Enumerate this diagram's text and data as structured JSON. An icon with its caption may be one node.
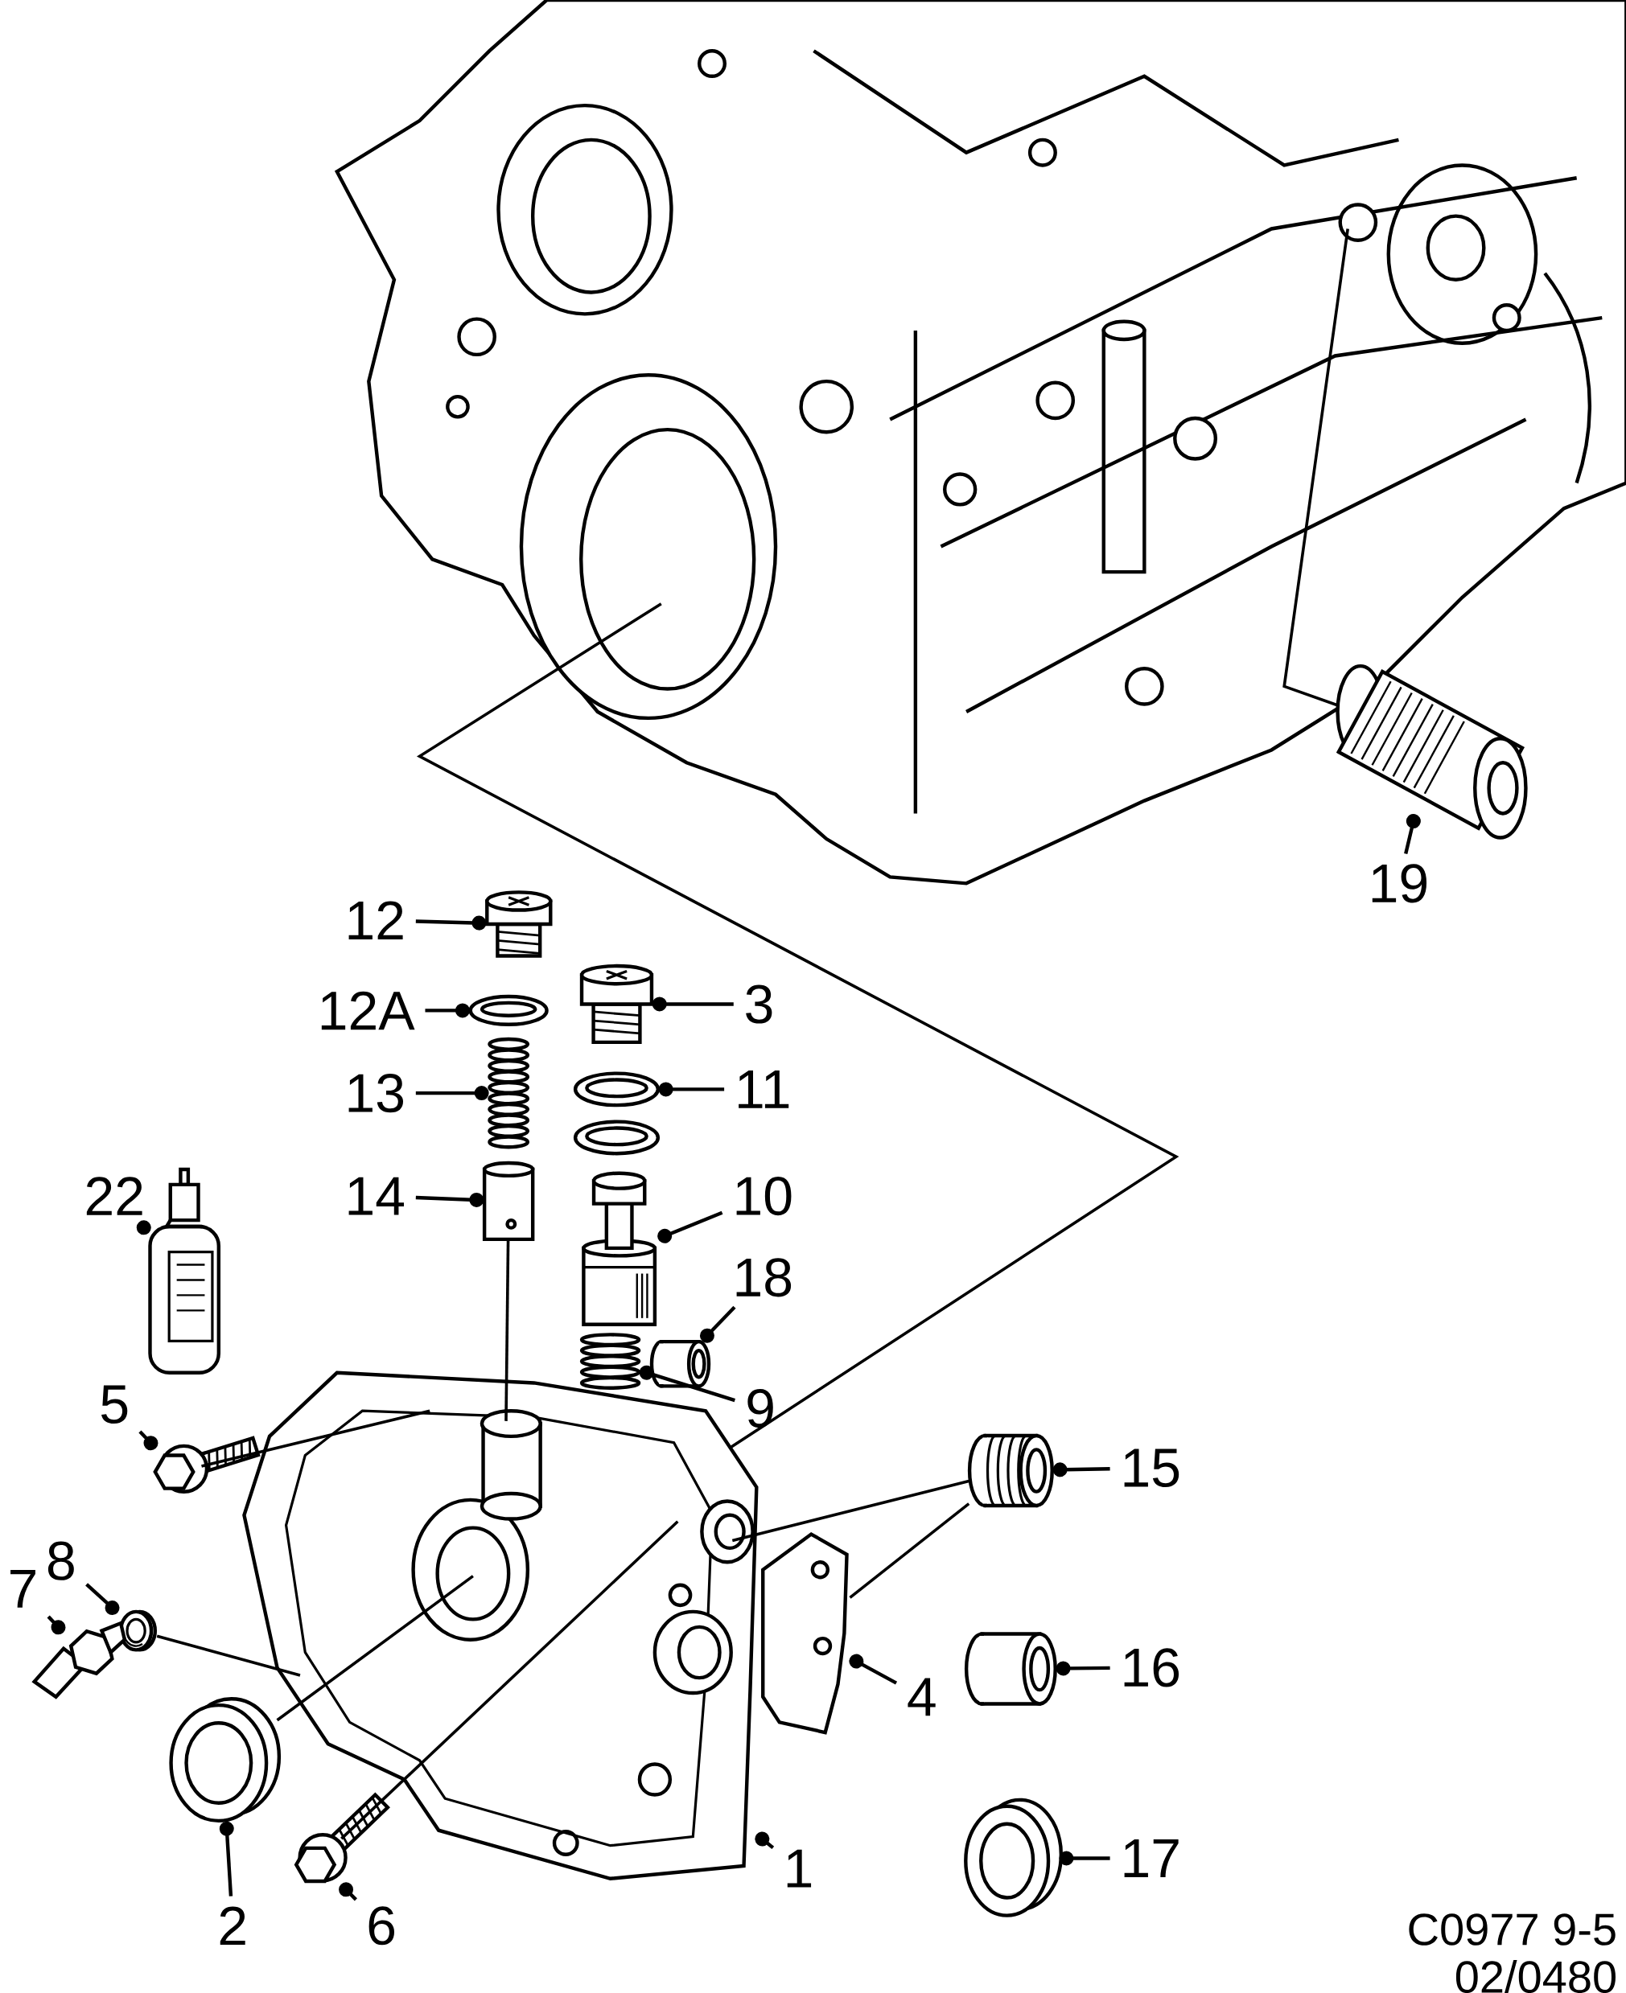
{
  "diagram": {
    "nodes": [
      {
        "text": [
          "19"
        ]
      },
      {
        "text": [],
        "shape": "picture"
      },
      {
        "text": [
          "12"
        ]
      },
      {
        "text": [],
        "shape": "picture"
      },
      {
        "text": [
          "3"
        ]
      },
      {
        "text": [],
        "shape": "picture"
      },
      {
        "text": [
          "12A"
        ]
      },
      {
        "text": [],
        "shape": "picture"
      },
      {
        "text": [
          "11"
        ]
      },
      {
        "text": [],
        "shape": "picture"
      },
      {
        "text": [
          "13"
        ]
      },
      {
        "text": [],
        "shape": "picture"
      },
      {
        "text": [
          "14"
        ]
      },
      {
        "text": [],
        "shape": "picture"
      },
      {
        "text": [
          "10"
        ]
      },
      {
        "text": [],
        "shape": "picture"
      },
      {
        "text": [
          "22"
        ]
      },
      {
        "text": [],
        "shape": "picture"
      },
      {
        "text": [
          "18"
        ]
      },
      {
        "text": [],
        "shape": "picture"
      },
      {
        "text": [
          "5"
        ]
      },
      {
        "text": [],
        "shape": "picture"
      },
      {
        "text": [
          "9"
        ]
      },
      {
        "text": [],
        "shape": "picture"
      },
      {
        "text": [
          "15"
        ]
      },
      {
        "text": [],
        "shape": "picture"
      },
      {
        "text": [
          "8"
        ]
      },
      {
        "text": [],
        "shape": "picture"
      },
      {
        "text": [
          "7"
        ]
      },
      {
        "text": [],
        "shape": "picture"
      },
      {
        "text": [
          "16"
        ]
      },
      {
        "text": [],
        "shape": "picture"
      },
      {
        "text": [
          "4"
        ]
      },
      {
        "text": [],
        "shape": "picture"
      },
      {
        "text": [
          "17"
        ]
      },
      {
        "text": [],
        "shape": "picture"
      },
      {
        "text": [
          "1"
        ]
      },
      {
        "text": [],
        "shape": "picture"
      },
      {
        "text": [
          "2"
        ]
      },
      {
        "text": [],
        "shape": "picture"
      },
      {
        "text": [
          "6"
        ]
      },
      {
        "text": [],
        "shape": "picture"
      }
    ],
    "edges": [
      {
        "from": 0,
        "to": 1,
        "arrow": "other"
      },
      {
        "from": 2,
        "to": 3,
        "arrow": "other"
      },
      {
        "from": 4,
        "to": 5,
        "arrow": "other"
      },
      {
        "from": 6,
        "to": 7,
        "arrow": "other"
      },
      {
        "from": 8,
        "to": 9,
        "arrow": "other"
      },
      {
        "from": 10,
        "to": 11,
        "arrow": "other"
      },
      {
        "from": 12,
        "to": 13,
        "arrow": "other"
      },
      {
        "from": 14,
        "to": 15,
        "arrow": "other"
      },
      {
        "from": 16,
        "to": 17,
        "arrow": "other"
      },
      {
        "from": 18,
        "to": 19,
        "arrow": "other"
      },
      {
        "from": 20,
        "to": 21,
        "arrow": "other"
      },
      {
        "from": 22,
        "to": 23,
        "arrow": "other"
      },
      {
        "from": 24,
        "to": 25,
        "arrow": "other"
      },
      {
        "from": 26,
        "to": 27,
        "arrow": "other"
      },
      {
        "from": 28,
        "to": 29,
        "arrow": "other"
      },
      {
        "from": 30,
        "to": 31,
        "arrow": "other"
      },
      {
        "from": 32,
        "to": 33,
        "arrow": "other"
      },
      {
        "from": 34,
        "to": 35,
        "arrow": "other"
      },
      {
        "from": 36,
        "to": 37,
        "arrow": "other"
      },
      {
        "from": 38,
        "to": 39,
        "arrow": "other"
      },
      {
        "from": 40,
        "to": 41,
        "arrow": "other"
      },
      {
        "from": 13,
        "to": 37,
        "arrow": "none"
      },
      {
        "from": 25,
        "to": 37,
        "arrow": "none"
      },
      {
        "from": 25,
        "to": 33,
        "arrow": "none"
      },
      {
        "from": 27,
        "to": 37,
        "arrow": "none"
      },
      {
        "from": 41,
        "to": 37,
        "arrow": "none"
      },
      {
        "from": 39,
        "to": 37,
        "arrow": "none"
      },
      {
        "from": 21,
        "to": 37,
        "arrow": "none"
      }
    ],
    "labels": [
      "C0977 9-5",
      "02/0480"
    ]
  }
}
